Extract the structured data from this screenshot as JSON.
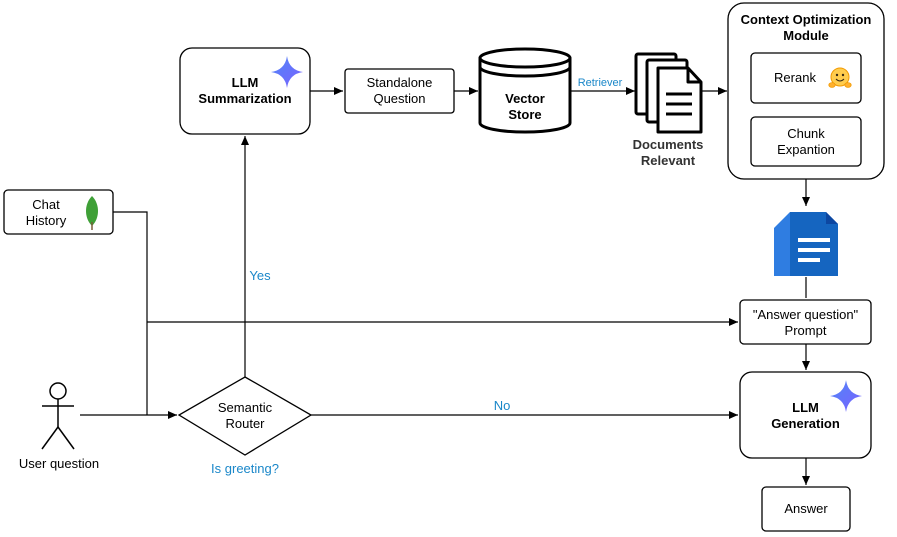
{
  "nodes": {
    "llm_summarization": {
      "line1": "LLM",
      "line2": "Summarization"
    },
    "standalone_question": {
      "line1": "Standalone",
      "line2": "Question"
    },
    "vector_store": {
      "line1": "Vector",
      "line2": "Store"
    },
    "documents": {
      "line1": "Documents",
      "line2": "Relevant"
    },
    "context_module": {
      "title1": "Context Optimization",
      "title2": "Module"
    },
    "rerank": {
      "label": "Rerank"
    },
    "chunk_expansion": {
      "line1": "Chunk",
      "line2": "Expantion"
    },
    "chat_history": {
      "line1": "Chat",
      "line2": "History"
    },
    "answer_prompt": {
      "line1": "\"Answer question\"",
      "line2": "Prompt"
    },
    "semantic_router": {
      "line1": "Semantic",
      "line2": "Router",
      "caption": "Is greeting?"
    },
    "llm_generation": {
      "line1": "LLM",
      "line2": "Generation"
    },
    "answer": {
      "label": "Answer"
    },
    "user": {
      "label": "User question"
    }
  },
  "edges": {
    "retriever_label": "Retriever",
    "yes_label": "Yes",
    "no_label": "No"
  },
  "colors": {
    "line": "#000000",
    "edge_label": "#1a87c9",
    "sparkle_a": "#4f86f7",
    "sparkle_b": "#7b61ff",
    "mongodb_leaf": "#3fa037",
    "doc_icon": "#1565c0",
    "hugging_face": "#ffcc4d"
  },
  "icons": [
    "gemini-sparkle-icon",
    "mongodb-leaf-icon",
    "hugging-face-icon",
    "documents-stack-icon",
    "google-docs-icon",
    "user-stick-figure-icon"
  ]
}
